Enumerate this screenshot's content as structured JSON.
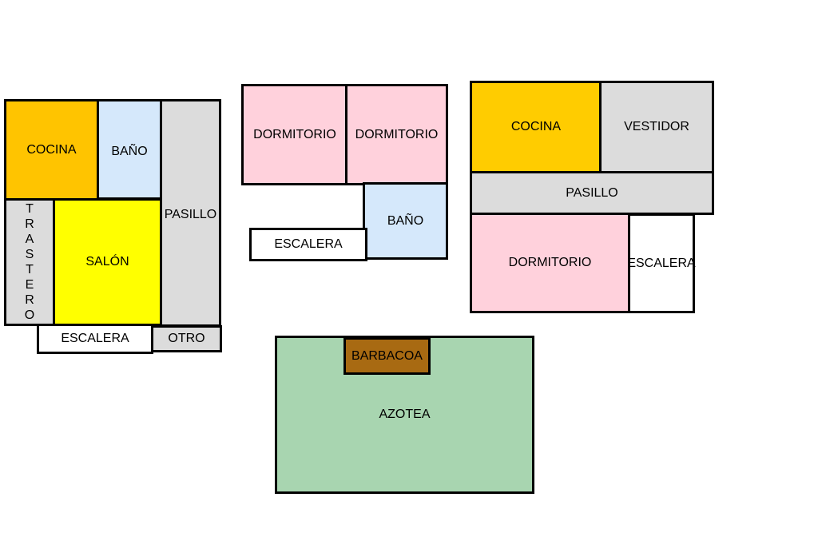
{
  "colors": {
    "cocina": "#FFC400",
    "cocina_alt": "#FFCC00",
    "bano": "#D5E8FB",
    "gray": "#DCDCDC",
    "salon": "#FFFF00",
    "dormitorio": "#FFD1DC",
    "azotea": "#A8D5B0",
    "barbacoa": "#A86A12",
    "white": "#FFFFFF"
  },
  "plan_1": {
    "cocina": "COCINA",
    "bano": "BAÑO",
    "pasillo": "PASILLO",
    "trastero": [
      "T",
      "R",
      "A",
      "S",
      "T",
      "E",
      "R",
      "O"
    ],
    "salon": "SALÓN",
    "escalera": "ESCALERA",
    "otro": "OTRO"
  },
  "plan_2": {
    "dormitorio_1": "DORMITORIO",
    "dormitorio_2": "DORMITORIO",
    "bano": "BAÑO",
    "escalera": "ESCALERA"
  },
  "plan_3": {
    "cocina": "COCINA",
    "vestidor": "VESTIDOR",
    "pasillo": "PASILLO",
    "dormitorio": "DORMITORIO",
    "escalera": "ESCALERA"
  },
  "plan_4": {
    "azotea": "AZOTEA",
    "barbacoa": "BARBACOA"
  }
}
